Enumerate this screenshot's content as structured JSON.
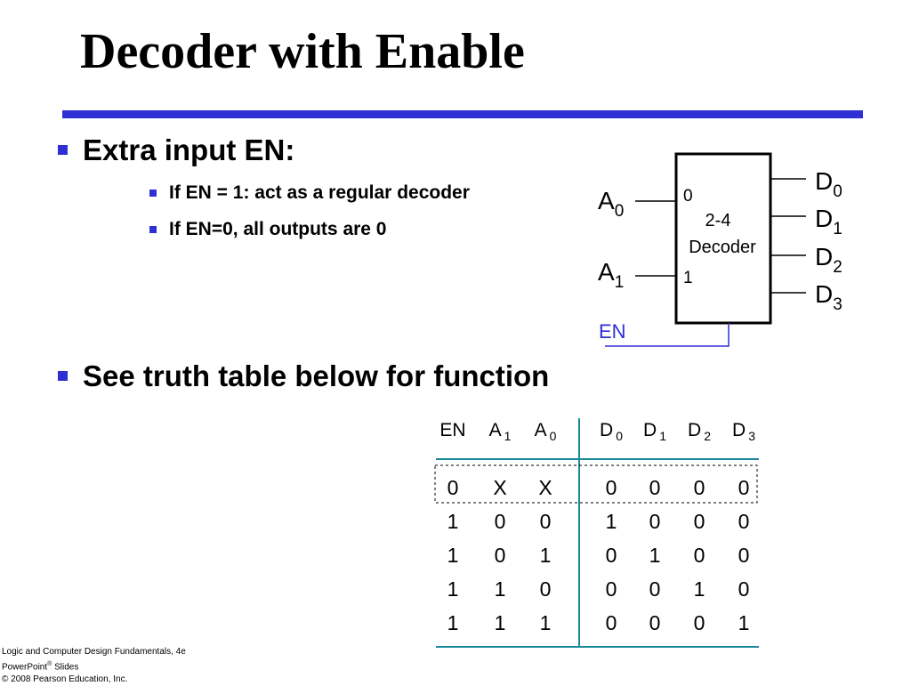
{
  "slide": {
    "title": "Decoder with Enable"
  },
  "bullets": [
    "Extra input EN:",
    "If EN = 1: act as a regular decoder",
    "If EN=0, all outputs are 0",
    "See truth table below for function"
  ],
  "decoder": {
    "block_line1": "2-4",
    "block_line2": "Decoder",
    "input_pin_0": "0",
    "input_pin_1": "1",
    "inputs": [
      {
        "base": "A",
        "sub": "0"
      },
      {
        "base": "A",
        "sub": "1"
      }
    ],
    "enable": "EN",
    "outputs": [
      {
        "base": "D",
        "sub": "0"
      },
      {
        "base": "D",
        "sub": "1"
      },
      {
        "base": "D",
        "sub": "2"
      },
      {
        "base": "D",
        "sub": "3"
      }
    ],
    "enable_color": "#2f2fd6"
  },
  "truth_table": {
    "headers": [
      {
        "base": "EN",
        "sub": ""
      },
      {
        "base": "A",
        "sub": "1"
      },
      {
        "base": "A",
        "sub": "0"
      },
      {
        "base": "D",
        "sub": "0"
      },
      {
        "base": "D",
        "sub": "1"
      },
      {
        "base": "D",
        "sub": "2"
      },
      {
        "base": "D",
        "sub": "3"
      }
    ],
    "rows": [
      [
        "0",
        "X",
        "X",
        "0",
        "0",
        "0",
        "0"
      ],
      [
        "1",
        "0",
        "0",
        "1",
        "0",
        "0",
        "0"
      ],
      [
        "1",
        "0",
        "1",
        "0",
        "1",
        "0",
        "0"
      ],
      [
        "1",
        "1",
        "0",
        "0",
        "0",
        "1",
        "0"
      ],
      [
        "1",
        "1",
        "1",
        "0",
        "0",
        "0",
        "1"
      ]
    ],
    "line_color": "#1a8a9a",
    "highlighted_row": 0
  },
  "footer": {
    "line1": "Logic and Computer Design Fundamentals, 4e",
    "line2_pre": "PowerPoint",
    "line2_sup": "®",
    "line2_post": " Slides",
    "line3": "© 2008 Pearson Education, Inc."
  }
}
